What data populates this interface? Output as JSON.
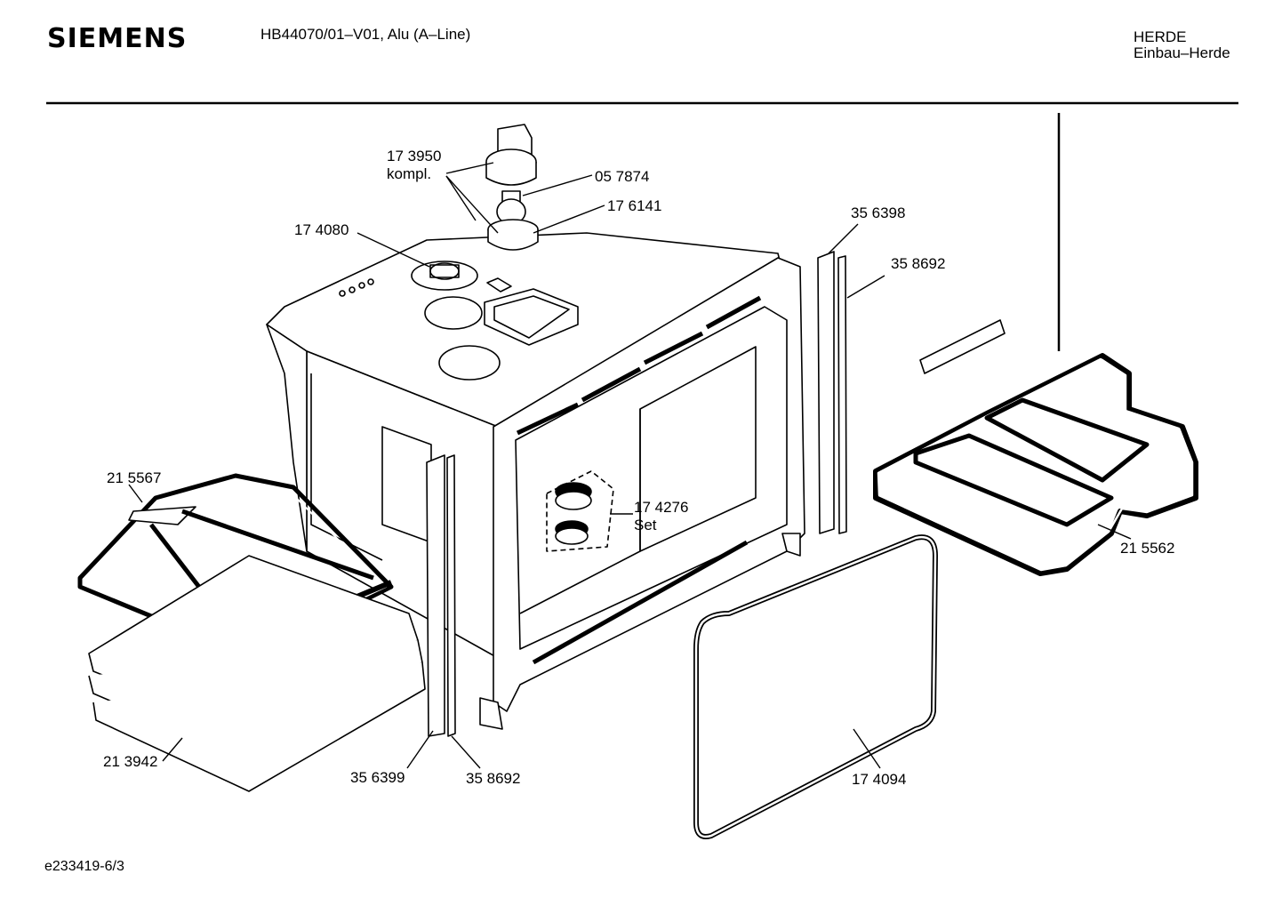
{
  "header": {
    "brand": "SIEMENS",
    "model": "HB44070/01–V01, Alu (A–Line)",
    "category_line1": "HERDE",
    "category_line2": "Einbau–Herde"
  },
  "footer": {
    "doc_id": "e233419-6/3"
  },
  "parts": [
    {
      "id": "p173950",
      "lines": [
        "17 3950",
        "kompl."
      ]
    },
    {
      "id": "p057874",
      "lines": [
        "05 7874"
      ]
    },
    {
      "id": "p176141",
      "lines": [
        "17 6141"
      ]
    },
    {
      "id": "p174080",
      "lines": [
        "17 4080"
      ]
    },
    {
      "id": "p356398",
      "lines": [
        "35 6398"
      ]
    },
    {
      "id": "p358692a",
      "lines": [
        "35 8692"
      ]
    },
    {
      "id": "p215567",
      "lines": [
        "21 5567"
      ]
    },
    {
      "id": "p174276",
      "lines": [
        "17 4276",
        "Set"
      ]
    },
    {
      "id": "p215562",
      "lines": [
        "21 5562"
      ]
    },
    {
      "id": "p213942",
      "lines": [
        "21 3942"
      ]
    },
    {
      "id": "p356399",
      "lines": [
        "35 6399"
      ]
    },
    {
      "id": "p358692b",
      "lines": [
        "35 8692"
      ]
    },
    {
      "id": "p174094",
      "lines": [
        "17 4094"
      ]
    }
  ]
}
